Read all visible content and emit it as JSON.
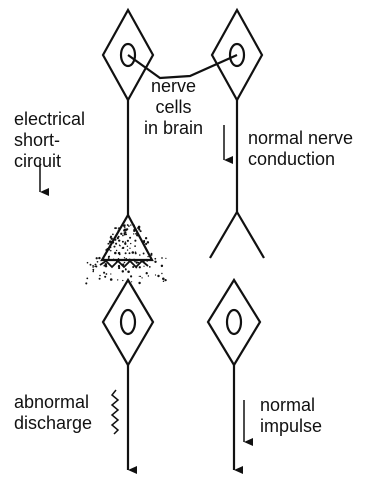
{
  "labels": {
    "nerve_cells": "nerve\ncells\nin brain",
    "electrical_short_circuit": "electrical\nshort-\ncircuit",
    "normal_nerve_conduction": "normal nerve\nconduction",
    "abnormal_discharge": "abnormal\ndischarge",
    "normal_impulse": "normal\nimpulse"
  },
  "colors": {
    "ink": "#111111",
    "background": "#ffffff"
  }
}
